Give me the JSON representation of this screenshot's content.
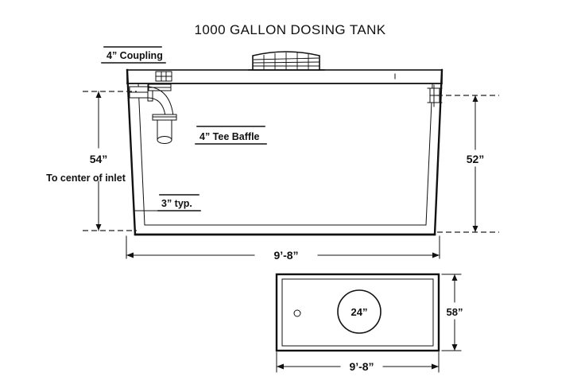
{
  "drawing": {
    "title": "1000 GALLON DOSING TANK",
    "labels": {
      "coupling": "4”  Coupling",
      "tee_baffle": "4”  Tee Baffle",
      "wall_thickness": "3” typ.",
      "manhole_diameter": "24”"
    },
    "dimensions": {
      "left_height": "54”",
      "left_height_note": "To center of inlet",
      "right_height": "52”",
      "elevation_width": "9’-8”",
      "plan_depth": "58”",
      "plan_width": "9’-8”"
    },
    "colors": {
      "ink": "#111111",
      "background": "#ffffff"
    },
    "views": {
      "elevation_name": "tank-elevation-view",
      "plan_name": "tank-plan-view"
    }
  }
}
